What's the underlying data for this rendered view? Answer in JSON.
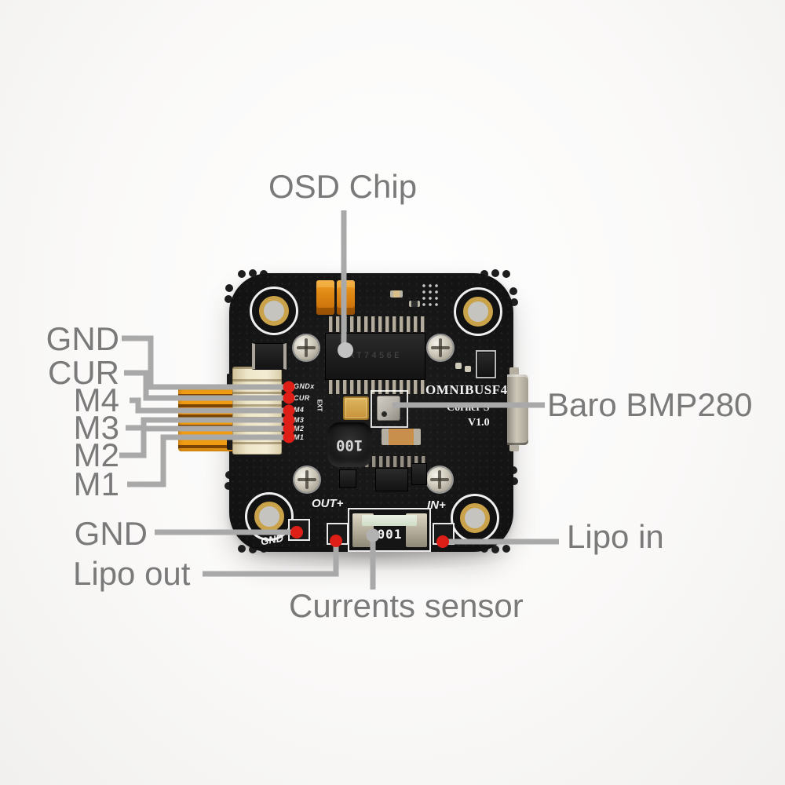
{
  "colors": {
    "background": "#f6f5f3",
    "board": "#161616",
    "callout_line": "#a9a9a9",
    "label_text": "#7a7a7a",
    "pin_marker_red": "#dd1f17",
    "target_dot_gray": "#c2c2c2",
    "silkscreen_white": "#f0f0f0",
    "mount_ring_gold": "#c9a24a",
    "flex_cable_orange": "#e8920e"
  },
  "callouts": {
    "osd_chip": "OSD Chip",
    "left_pins": [
      "GND",
      "CUR",
      "M4",
      "M3",
      "M2",
      "M1"
    ],
    "baro": "Baro BMP280",
    "lipo_in": "Lipo in",
    "gnd_bottom": "GND",
    "lipo_out": "Lipo out",
    "currents_sensor": "Currents sensor"
  },
  "board": {
    "silkscreen": {
      "model": "OMNIBUSF4",
      "series": "Corner S",
      "version": "V1.0",
      "out_pad": "OUT+",
      "in_pad": "IN+",
      "gnd_pad": "GND",
      "ext": "EXT",
      "pin_labels": [
        "GNDx",
        "CUR",
        "M4",
        "M3",
        "M2",
        "M1"
      ]
    },
    "markings": {
      "osd_chip": "AT7456E",
      "inductor": "100",
      "shunt": "001"
    }
  }
}
